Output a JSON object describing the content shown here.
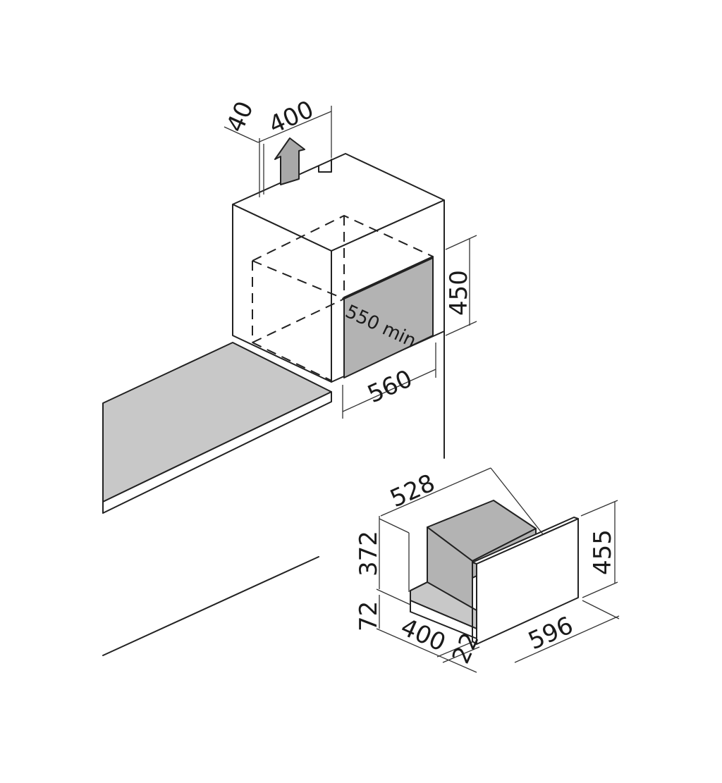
{
  "diagram": {
    "upper_unit": {
      "dim_vent_offset": "40",
      "dim_vent_width": "400",
      "dim_cavity_height": "450",
      "dim_depth_min": "550 min",
      "dim_cavity_width": "560"
    },
    "lower_drawer": {
      "dim_inner_depth": "528",
      "dim_inner_height": "372",
      "dim_front_height": "455",
      "dim_bottom_gap": "72",
      "dim_inner_width": "400",
      "dim_front_thickness": "22",
      "dim_front_width": "596"
    },
    "colors": {
      "line": "#222222",
      "panel_grey": "#b3b3b3",
      "counter_grey": "#c8c8c8"
    }
  }
}
